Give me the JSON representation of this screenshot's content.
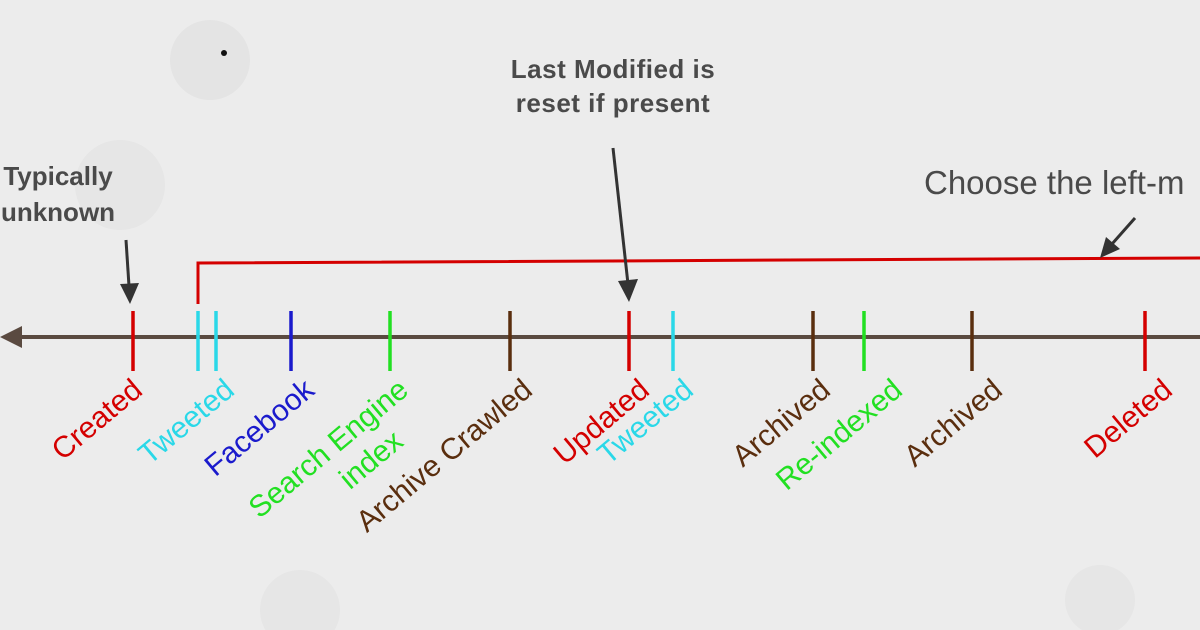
{
  "colors": {
    "axis": "#5a4a40",
    "red": "#d40000",
    "cyan": "#2ad8e8",
    "blue": "#1a1acc",
    "green": "#22e022",
    "brown": "#5a2e0e",
    "text": "#4a4a4a"
  },
  "annotations": {
    "last_modified_line1": "Last Modified is",
    "last_modified_line2": "reset if present",
    "typically_line1": "Typically",
    "typically_line2": "unknown",
    "choose": "Choose the left-m"
  },
  "events": [
    {
      "label": "Created",
      "color": "red"
    },
    {
      "label": "Tweeted",
      "color": "cyan"
    },
    {
      "label": "Facebook",
      "color": "blue"
    },
    {
      "label": "Search Engine",
      "label2": "index",
      "color": "green"
    },
    {
      "label": "Archive Crawled",
      "color": "brown"
    },
    {
      "label": "Updated",
      "color": "red"
    },
    {
      "label": "Tweeted",
      "color": "cyan"
    },
    {
      "label": "Archived",
      "color": "brown"
    },
    {
      "label": "Re-indexed",
      "color": "green"
    },
    {
      "label": "Archived",
      "color": "brown"
    },
    {
      "label": "Deleted",
      "color": "red"
    }
  ]
}
